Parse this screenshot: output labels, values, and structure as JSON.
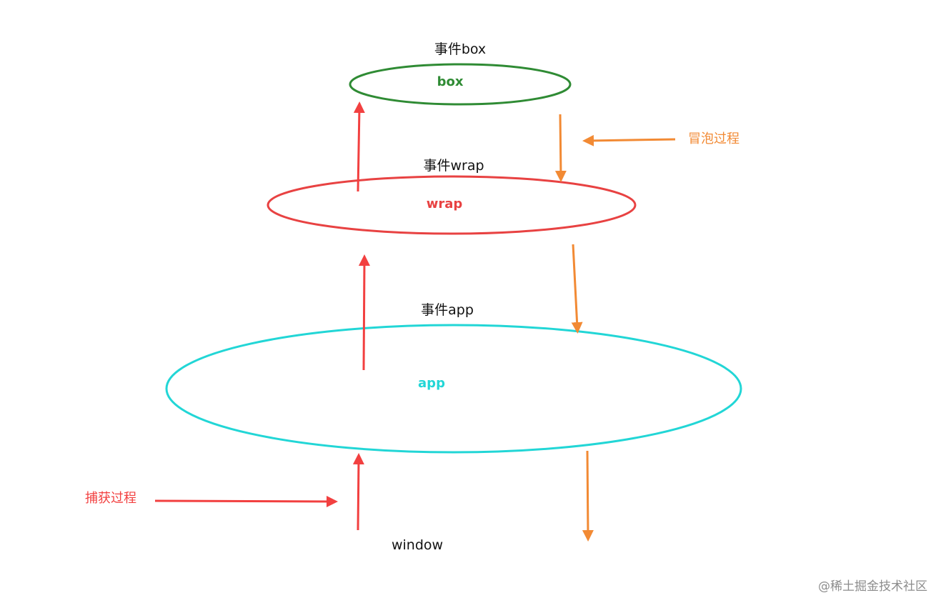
{
  "colors": {
    "box": "#2f8b34",
    "wrap": "#e84242",
    "app": "#22d6d6",
    "capture": "#f24040",
    "bubble": "#f28a34",
    "text": "#111111",
    "watermark": "#8c8c8c"
  },
  "nodes": {
    "box": {
      "event_label": "事件box",
      "name": "box"
    },
    "wrap": {
      "event_label": "事件wrap",
      "name": "wrap"
    },
    "app": {
      "event_label": "事件app",
      "name": "app"
    }
  },
  "processes": {
    "bubble": {
      "label": "冒泡过程"
    },
    "capture": {
      "label": "捕获过程"
    }
  },
  "window_label": "window",
  "watermark": "@稀土掘金技术社区",
  "icons": {
    "capture_arrows": "red-up-arrow",
    "bubble_arrows": "orange-down-arrow"
  }
}
